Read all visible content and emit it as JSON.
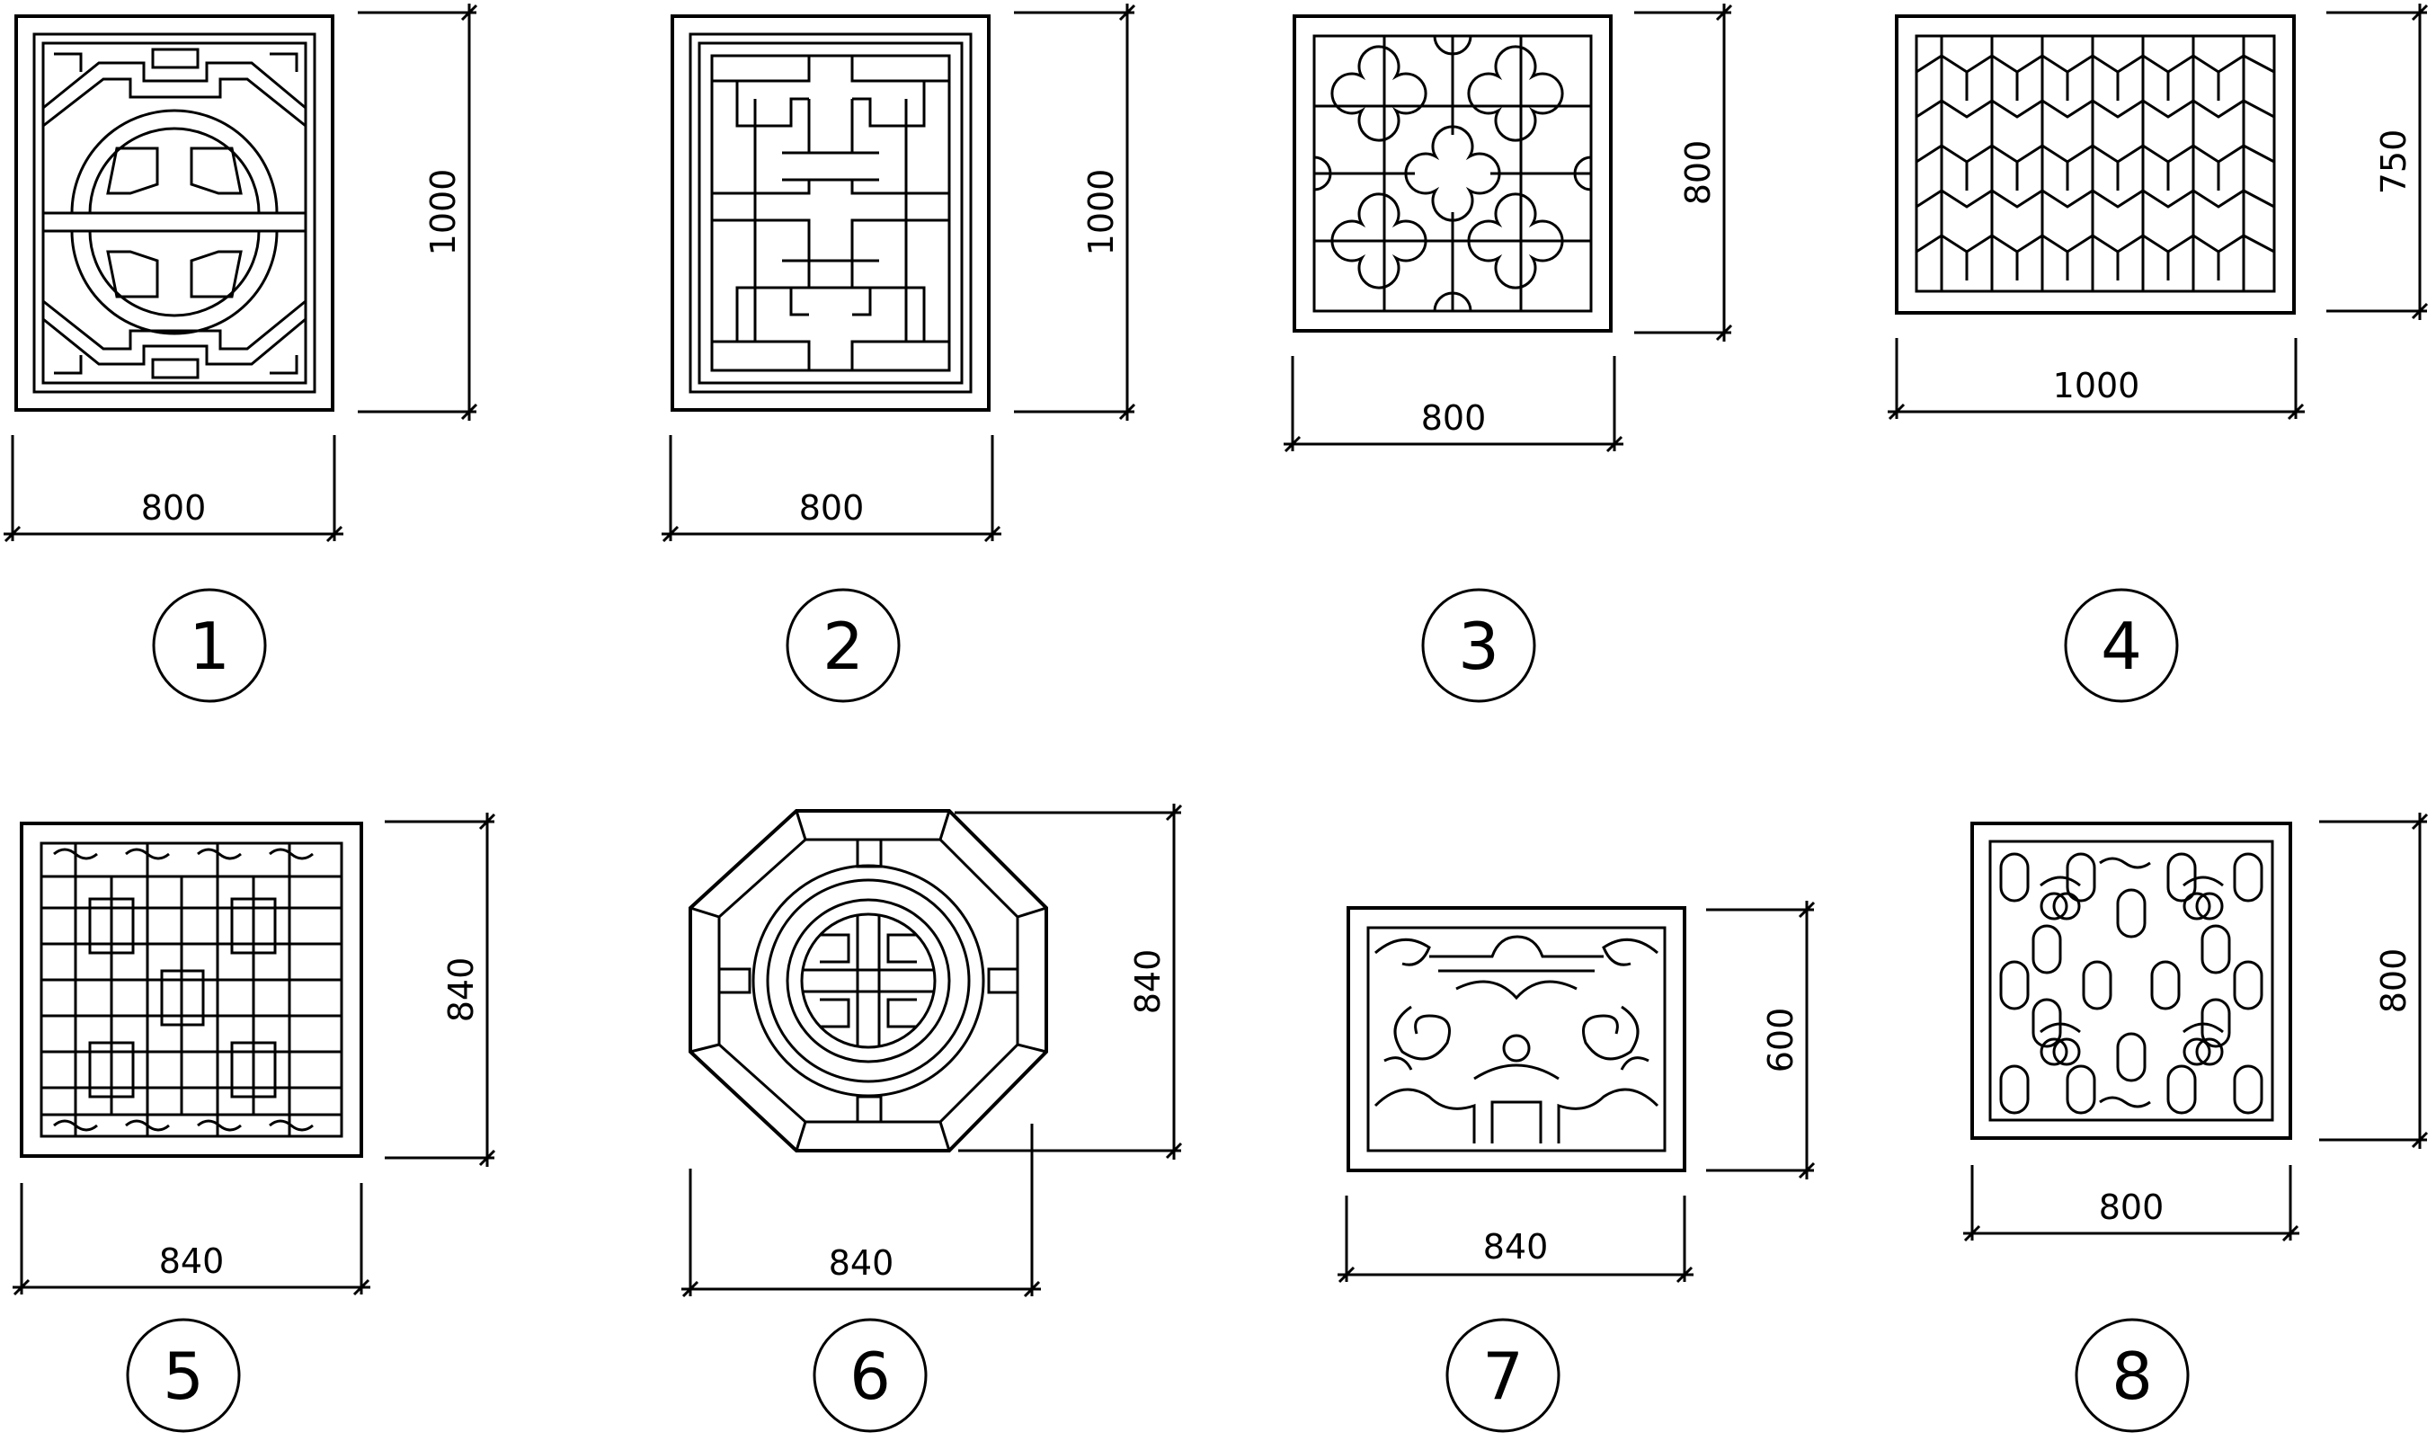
{
  "sheet": {
    "stroke_color": "#000000",
    "background_color": "#ffffff"
  },
  "panels": [
    {
      "number": "1",
      "width_label": "800",
      "height_label": "1000",
      "pattern": "ruyi-coin-lattice"
    },
    {
      "number": "2",
      "width_label": "800",
      "height_label": "1000",
      "pattern": "fret-key-lattice"
    },
    {
      "number": "3",
      "width_label": "800",
      "height_label": "800",
      "pattern": "quatrefoil-grid"
    },
    {
      "number": "4",
      "width_label": "1000",
      "height_label": "750",
      "pattern": "tumbling-blocks"
    },
    {
      "number": "5",
      "width_label": "840",
      "height_label": "840",
      "pattern": "cross-meander-lattice"
    },
    {
      "number": "6",
      "width_label": "840",
      "height_label": "840",
      "pattern": "octagon-longevity-medallion"
    },
    {
      "number": "7",
      "width_label": "840",
      "height_label": "600",
      "pattern": "scroll-cloud-carving"
    },
    {
      "number": "8",
      "width_label": "800",
      "height_label": "800",
      "pattern": "oval-medallion-grid"
    }
  ]
}
